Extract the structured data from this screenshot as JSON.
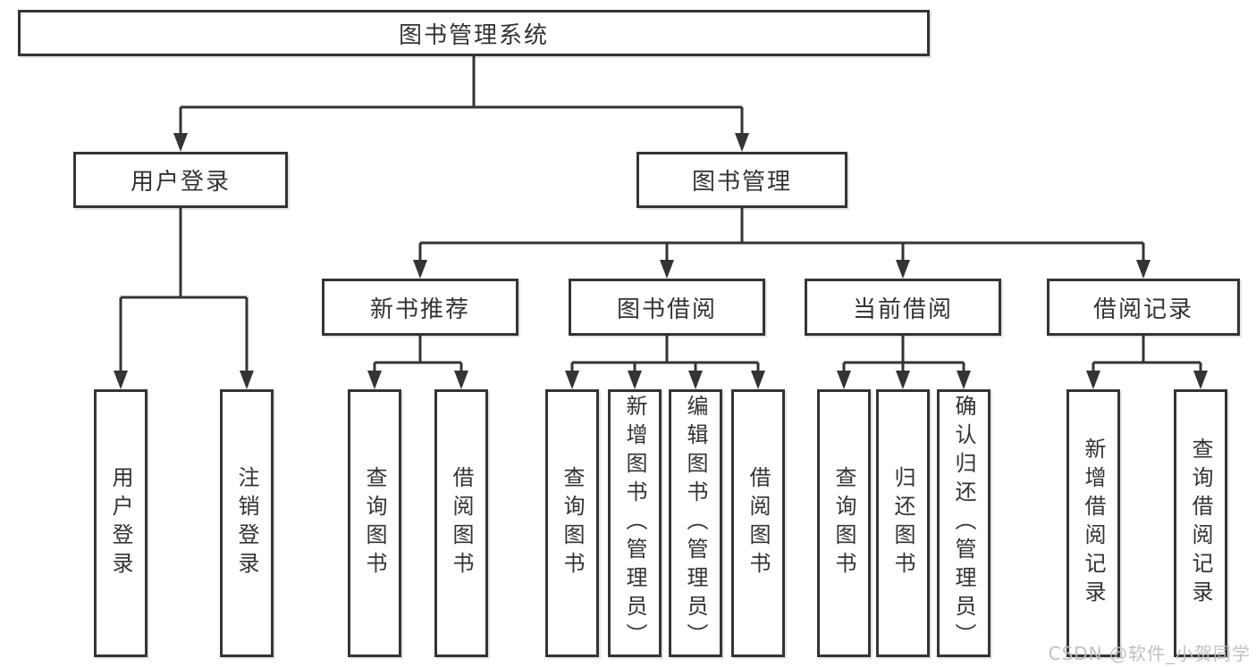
{
  "diagram": {
    "type": "hierarchy",
    "root": {
      "label": "图书管理系统"
    },
    "level1": [
      {
        "id": "user-login",
        "label": "用户登录"
      },
      {
        "id": "book-management",
        "label": "图书管理"
      }
    ],
    "user_login_children": [
      {
        "label": "用户登录"
      },
      {
        "label": "注销登录"
      }
    ],
    "book_management_children": [
      {
        "label": "新书推荐"
      },
      {
        "label": "图书借阅"
      },
      {
        "label": "当前借阅"
      },
      {
        "label": "借阅记录"
      }
    ],
    "new_book_children": [
      {
        "label": "查询图书"
      },
      {
        "label": "借阅图书"
      }
    ],
    "book_borrow_children": [
      {
        "label": "查询图书"
      },
      {
        "label": "新增图书（管理员）"
      },
      {
        "label": "编辑图书（管理员）"
      },
      {
        "label": "借阅图书"
      }
    ],
    "current_borrow_children": [
      {
        "label": "查询图书"
      },
      {
        "label": "归还图书"
      },
      {
        "label": "确认归还（管理员）"
      }
    ],
    "borrow_record_children": [
      {
        "label": "新增借阅记录"
      },
      {
        "label": "查询借阅记录"
      }
    ]
  },
  "watermark": {
    "text": "CSDN @软件_小贺同学"
  },
  "colors": {
    "line": "#343434",
    "text": "#333333",
    "background": "#ffffff",
    "watermark": "#bebebe"
  }
}
